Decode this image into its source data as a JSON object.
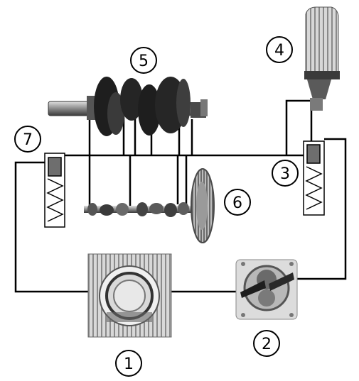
{
  "labels": {
    "sump": "1",
    "oil_pump": "2",
    "pressure_valve_right": "3",
    "oil_cooler": "4",
    "crankshaft": "5",
    "camshaft": "6",
    "pressure_valve_left": "7"
  },
  "colors": {
    "line": "#000000",
    "metal_dark": "#2a2a2a",
    "metal_mid": "#7a7a7a",
    "metal_light": "#c8c8c8",
    "valve_plug": "#6e6e6e",
    "background": "#ffffff"
  }
}
